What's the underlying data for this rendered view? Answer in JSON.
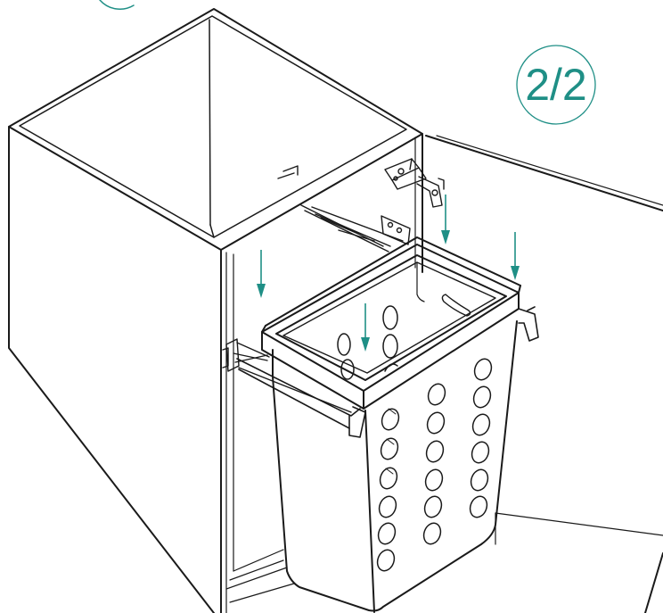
{
  "step_indicator": {
    "text": "2/2",
    "circle_color": "#1f8f86",
    "text_color": "#1f8f86"
  },
  "colors": {
    "line": "#1a1a1a",
    "arrow": "#1f8f86",
    "background": "#ffffff"
  },
  "icons": {
    "arrows": "down-arrow-icon",
    "cabinet": "cabinet-illustration",
    "bin": "pull-out-bin-illustration"
  }
}
